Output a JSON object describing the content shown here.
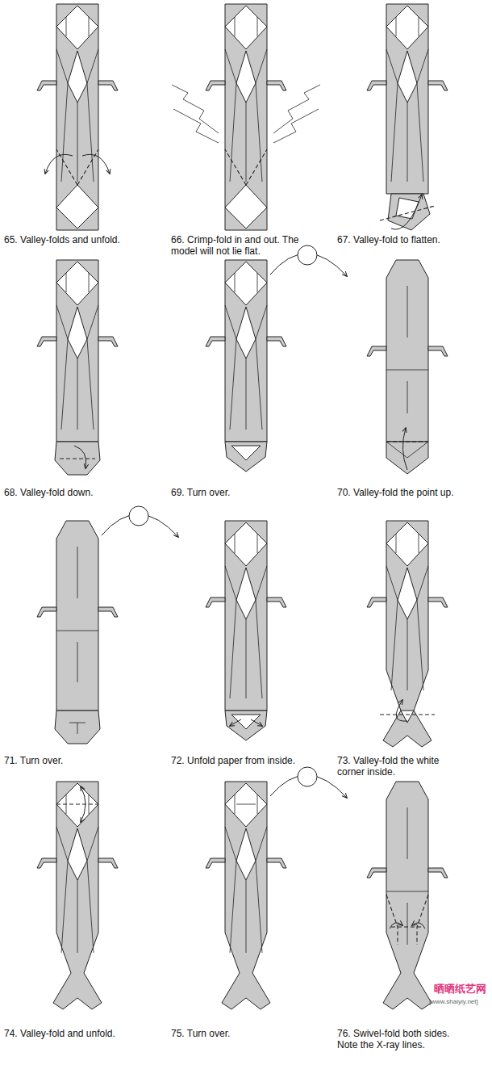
{
  "diagram": {
    "labels": [
      "65. Valley-folds and unfold.",
      "66. Crimp-fold in and out. The model will not lie flat.",
      "67. Valley-fold to flatten.",
      "68. Valley-fold down.",
      "69. Turn over.",
      "70. Valley-fold the point up.",
      "71. Turn over.",
      "72. Unfold paper from inside.",
      "73. Valley-fold the white corner inside.",
      "74. Valley-fold and unfold.",
      "75. Turn over.",
      "76. Swivel-fold both sides. Note the X-ray lines.",
      "晒晒纸艺网",
      "[www.shaiyiy.net]"
    ]
  }
}
